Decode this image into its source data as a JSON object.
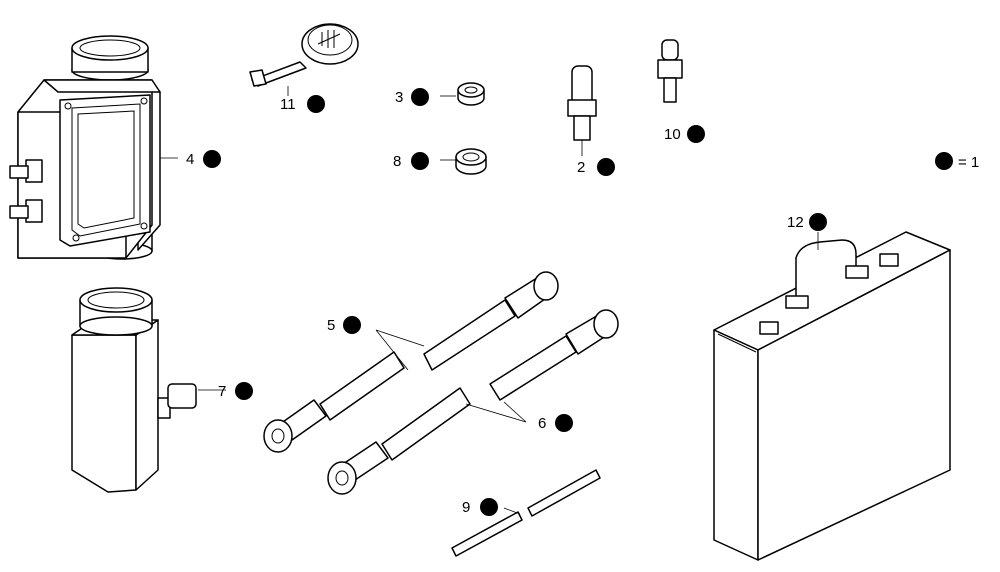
{
  "legend": {
    "value": "= 1"
  },
  "callouts": [
    {
      "id": "c11",
      "number": "11"
    },
    {
      "id": "c3",
      "number": "3"
    },
    {
      "id": "c8",
      "number": "8"
    },
    {
      "id": "c2",
      "number": "2"
    },
    {
      "id": "c10",
      "number": "10"
    },
    {
      "id": "c4",
      "number": "4"
    },
    {
      "id": "c12",
      "number": "12"
    },
    {
      "id": "c5",
      "number": "5"
    },
    {
      "id": "c7",
      "number": "7"
    },
    {
      "id": "c6",
      "number": "6"
    },
    {
      "id": "c9",
      "number": "9"
    }
  ]
}
